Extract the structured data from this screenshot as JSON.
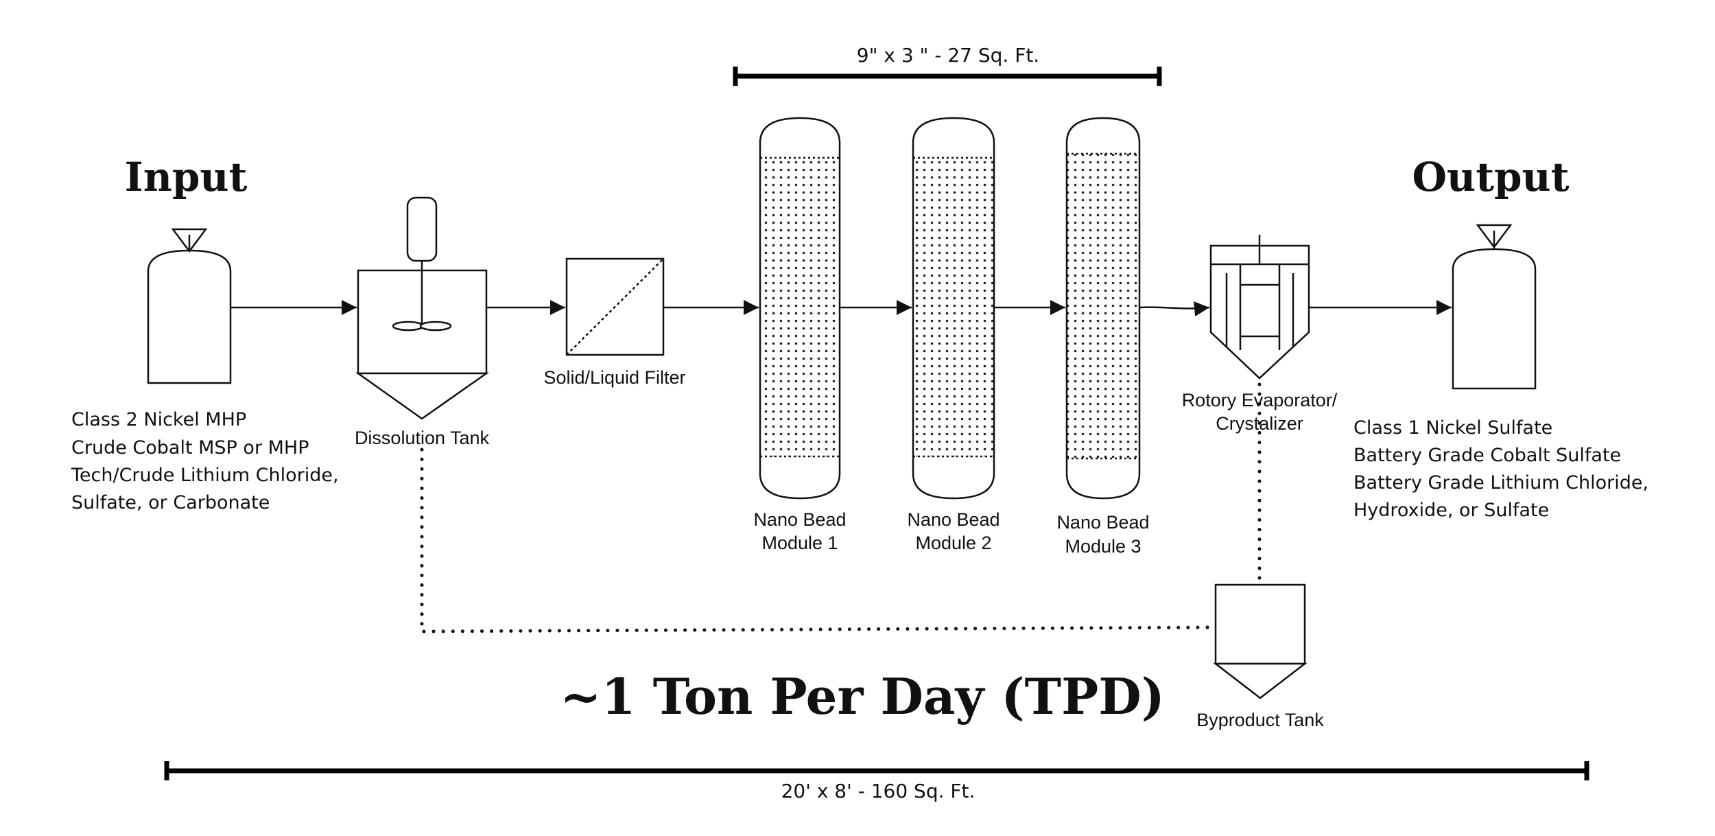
{
  "top_dimension": "9\" x 3 \" - 27 Sq. Ft.",
  "bottom_dimension": "20' x 8' - 160 Sq. Ft.",
  "input": {
    "heading": "Input",
    "materials": [
      "Class 2 Nickel MHP",
      "Crude Cobalt MSP or MHP",
      "Tech/Crude Lithium Chloride,",
      "Sulfate, or Carbonate"
    ]
  },
  "output": {
    "heading": "Output",
    "materials": [
      "Class 1 Nickel Sulfate",
      "Battery Grade Cobalt Sulfate",
      "Battery Grade Lithium Chloride,",
      "Hydroxide, or Sulfate"
    ]
  },
  "equipment": {
    "dissolution_tank": "Dissolution Tank",
    "filter": "Solid/Liquid Filter",
    "modules": [
      {
        "line1": "Nano Bead",
        "line2": "Module 1"
      },
      {
        "line1": "Nano Bead",
        "line2": "Module 2"
      },
      {
        "line1": "Nano Bead",
        "line2": "Module 3"
      }
    ],
    "evaporator": {
      "line1": "Rotory Evaporator/",
      "line2": "Crystalizer"
    },
    "byproduct_tank": "Byproduct Tank"
  },
  "capacity": "~1 Ton Per Day (TPD)"
}
